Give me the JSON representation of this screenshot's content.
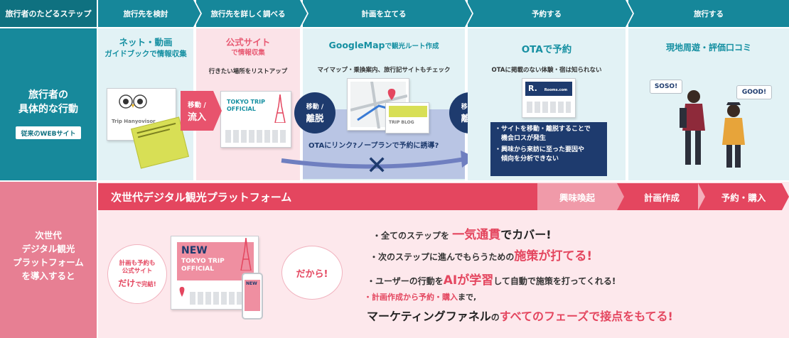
{
  "header": {
    "row_label": "旅行者のたどるステップ",
    "steps": [
      "旅行先を検討",
      "旅行先を詳しく調べる",
      "計画を立てる",
      "予約する",
      "旅行する"
    ]
  },
  "traveler": {
    "row_title_1": "旅行者の",
    "row_title_2": "具体的な行動",
    "row_badge": "従来のWEBサイト",
    "stage1": {
      "title_1": "ネット・動画",
      "title_2": "ガイドブックで情報収集",
      "book_label": "Trip Hanyovisor"
    },
    "stage2": {
      "title_1": "公式サイト",
      "title_2": "で情報収集",
      "sub": "行きたい場所をリストアップ",
      "card_1": "TOKYO TRIP",
      "card_2": "OFFICIAL"
    },
    "move1": {
      "line_1": "移動 /",
      "line_2": "流入"
    },
    "stage3": {
      "title_a": "GoogleMap",
      "title_b": "で観光ルート作成",
      "sub": "マイマップ・乗換案内、旅行記サイトもチェック",
      "blog_label": "TRIP BLOG"
    },
    "move2": {
      "line_1": "移動 /",
      "line_2": "離脱"
    },
    "move3": {
      "line_1": "移動 /",
      "line_2": "離脱"
    },
    "arrow_text": "OTAにリンク?ノープランで予約に誘導?",
    "cross": "✕",
    "stage4": {
      "title": "OTAで予約",
      "sub": "OTAに掲載のない体験・宿は知られない",
      "card_logo": "R.",
      "card_small": "Rooms.com"
    },
    "notes": [
      "・サイトを移動・離脱することで",
      "　機会ロスが発生",
      "・興味から来訪に至った要因や",
      "　傾向を分析できない"
    ],
    "stage5": {
      "title": "現地周遊・評価口コミ",
      "bubble_1": "SOSO!",
      "bubble_2": "GOOD!"
    }
  },
  "nextgen": {
    "row_title": [
      "次世代",
      "デジタル観光",
      "プラットフォーム",
      "を導入すると"
    ],
    "banner": "次世代デジタル観光プラットフォーム",
    "phases": [
      "興味喚起",
      "計画作成",
      "予約・購入"
    ],
    "circle_1": "計画も予約も",
    "circle_2": "公式サイト",
    "circle_3": "だけ",
    "circle_4": "で完結!",
    "new_card_1": "NEW",
    "new_card_2": "TOKYO TRIP",
    "new_card_3": "OFFICIAL",
    "phone_text": "NEW",
    "dakara": "だから!",
    "b1_pre": "・全てのステップを",
    "b1_hl": "一気通貫",
    "b1_post": "でカバー!",
    "b2_pre": "・次のステップに進んでもらうための",
    "b2_hl": "施策が打てる!",
    "b3_pre": "・ユーザーの行動を",
    "b3_hl": "AIが学習",
    "b3_post": "して自動で施策を打ってくれる!",
    "b4_hl": "・計画作成から予約・購入",
    "b4_post": "まで,",
    "b5_dark": "マーケティングファネル",
    "b5_mid": "の",
    "b5_hl": "すべてのフェーズで接点をもてる!"
  },
  "colors": {
    "teal_dark": "#0f7180",
    "teal": "#16879a",
    "teal_light": "#e2f2f5",
    "pink": "#e4465f",
    "pink_light": "#fde8ec",
    "navy": "#1e3b6e"
  }
}
